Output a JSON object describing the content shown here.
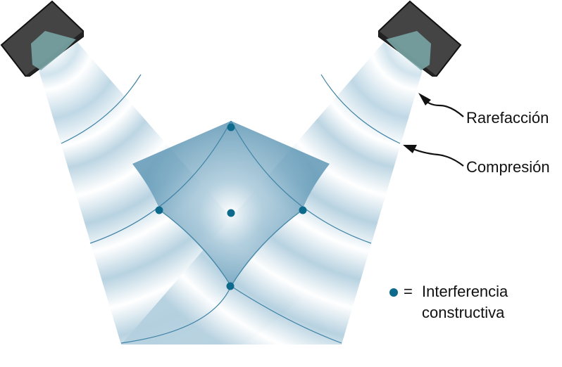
{
  "labels": {
    "rarefaction": "Rarefacción",
    "compression": "Compresión"
  },
  "legend": {
    "symbol": "=",
    "line1": "Interferencia",
    "line2": "constructiva"
  },
  "colors": {
    "wave": "#6fa6c2",
    "wave_line": "#3f83a6",
    "dot": "#0e6a8c",
    "speaker_body": "#444444",
    "speaker_cone": "#7aa5a5"
  },
  "icons": [
    "speaker-left-icon",
    "speaker-right-icon",
    "arrow-icon"
  ]
}
